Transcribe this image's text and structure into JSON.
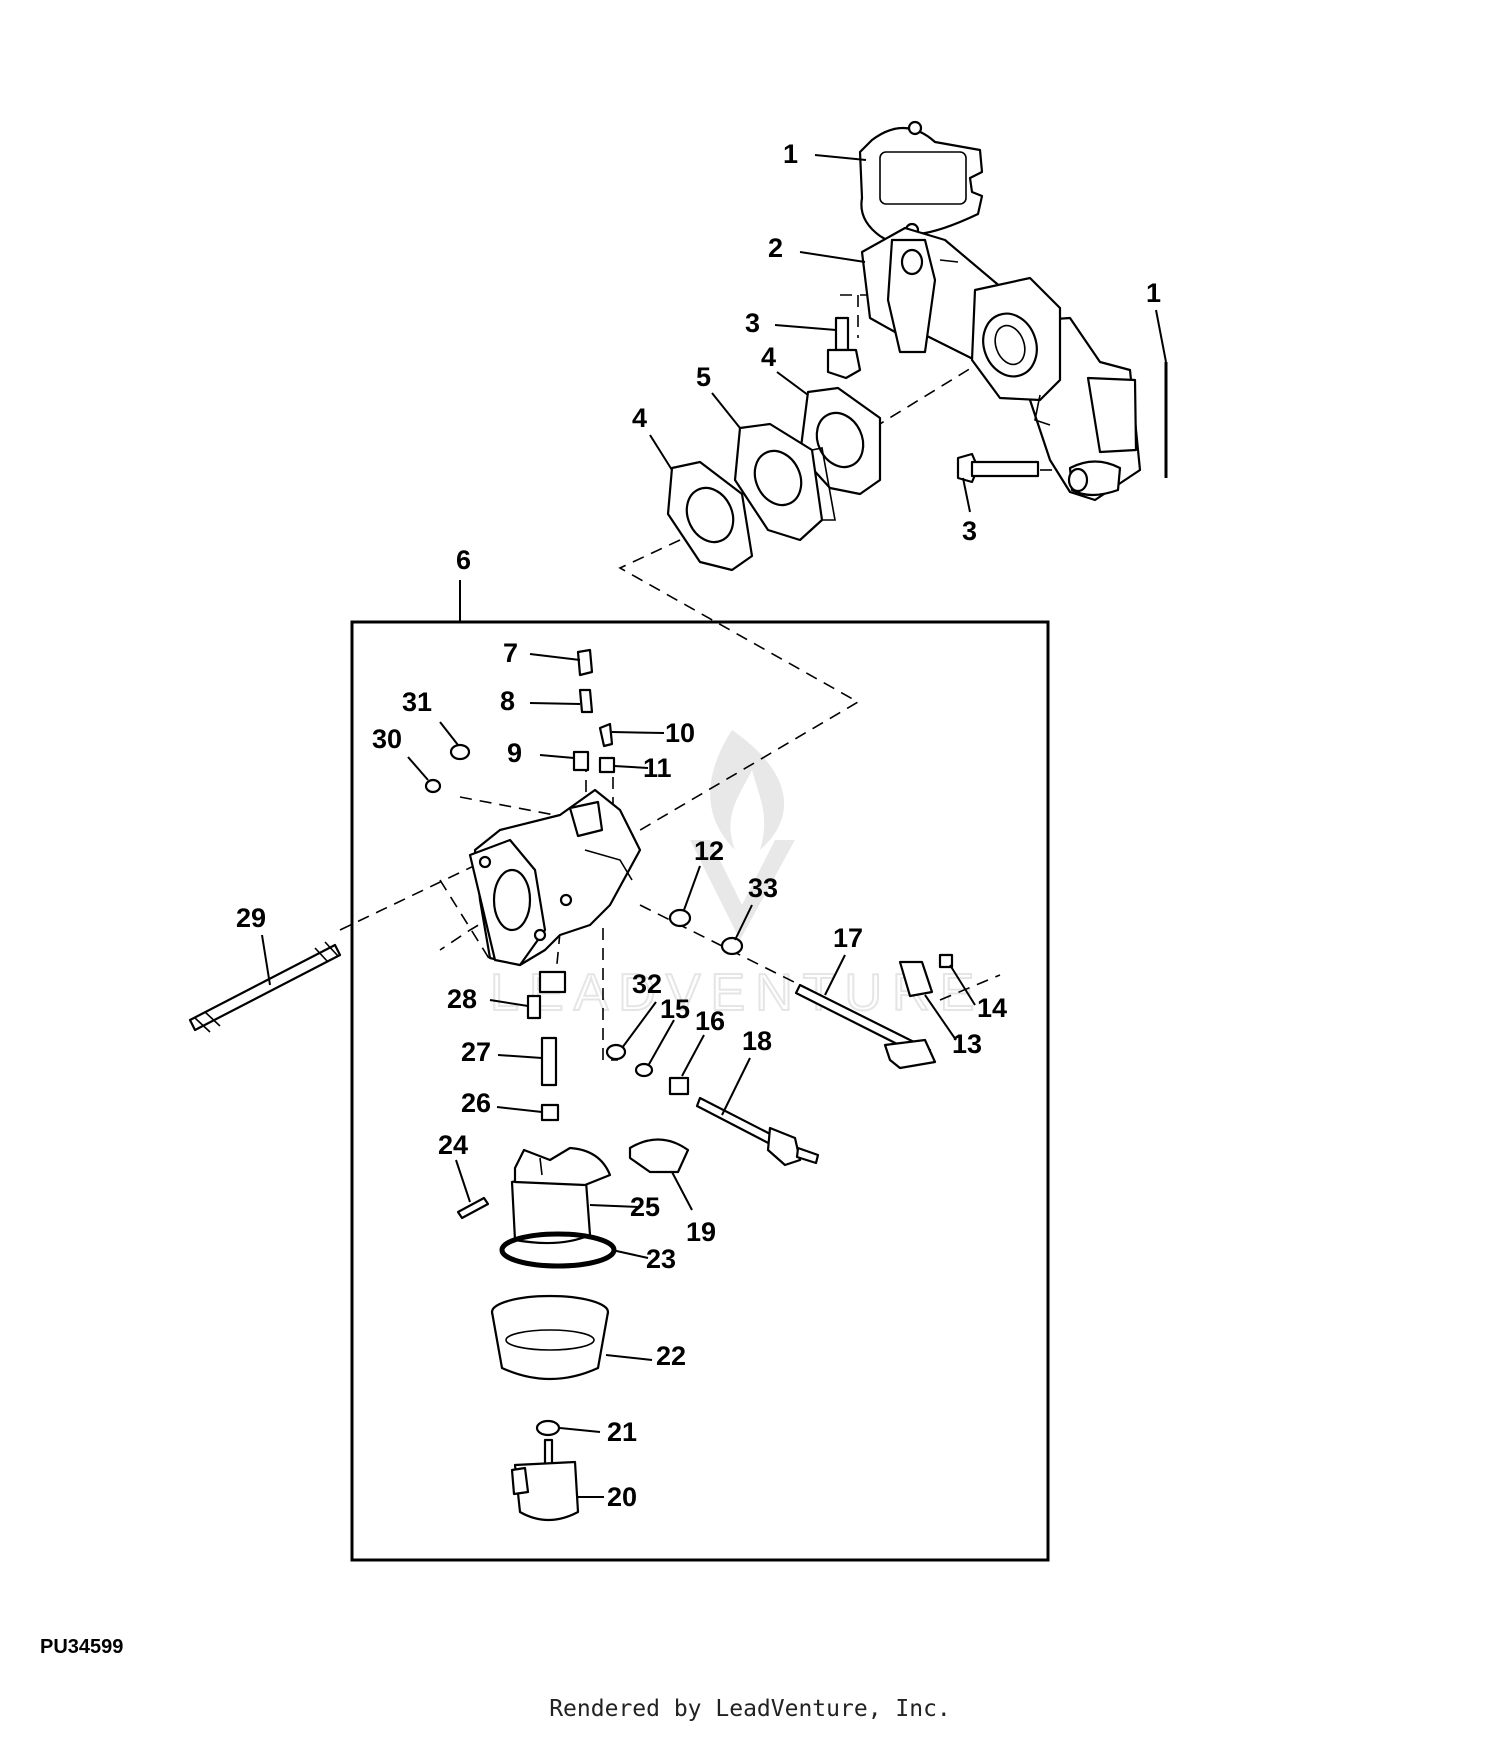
{
  "figure_id": "PU34599",
  "credit": "Rendered by LeadVenture, Inc.",
  "callouts": {
    "c1a": "1",
    "c1b": "1",
    "c2": "2",
    "c3a": "3",
    "c3b": "3",
    "c4a": "4",
    "c4b": "4",
    "c5": "5",
    "c6": "6",
    "c7": "7",
    "c8": "8",
    "c9": "9",
    "c10": "10",
    "c11": "11",
    "c12": "12",
    "c13": "13",
    "c14": "14",
    "c15": "15",
    "c16": "16",
    "c17": "17",
    "c18": "18",
    "c19": "19",
    "c20": "20",
    "c21": "21",
    "c22": "22",
    "c23": "23",
    "c24": "24",
    "c25": "25",
    "c26": "26",
    "c27": "27",
    "c28": "28",
    "c29": "29",
    "c30": "30",
    "c31": "31",
    "c32": "32",
    "c33": "33"
  }
}
